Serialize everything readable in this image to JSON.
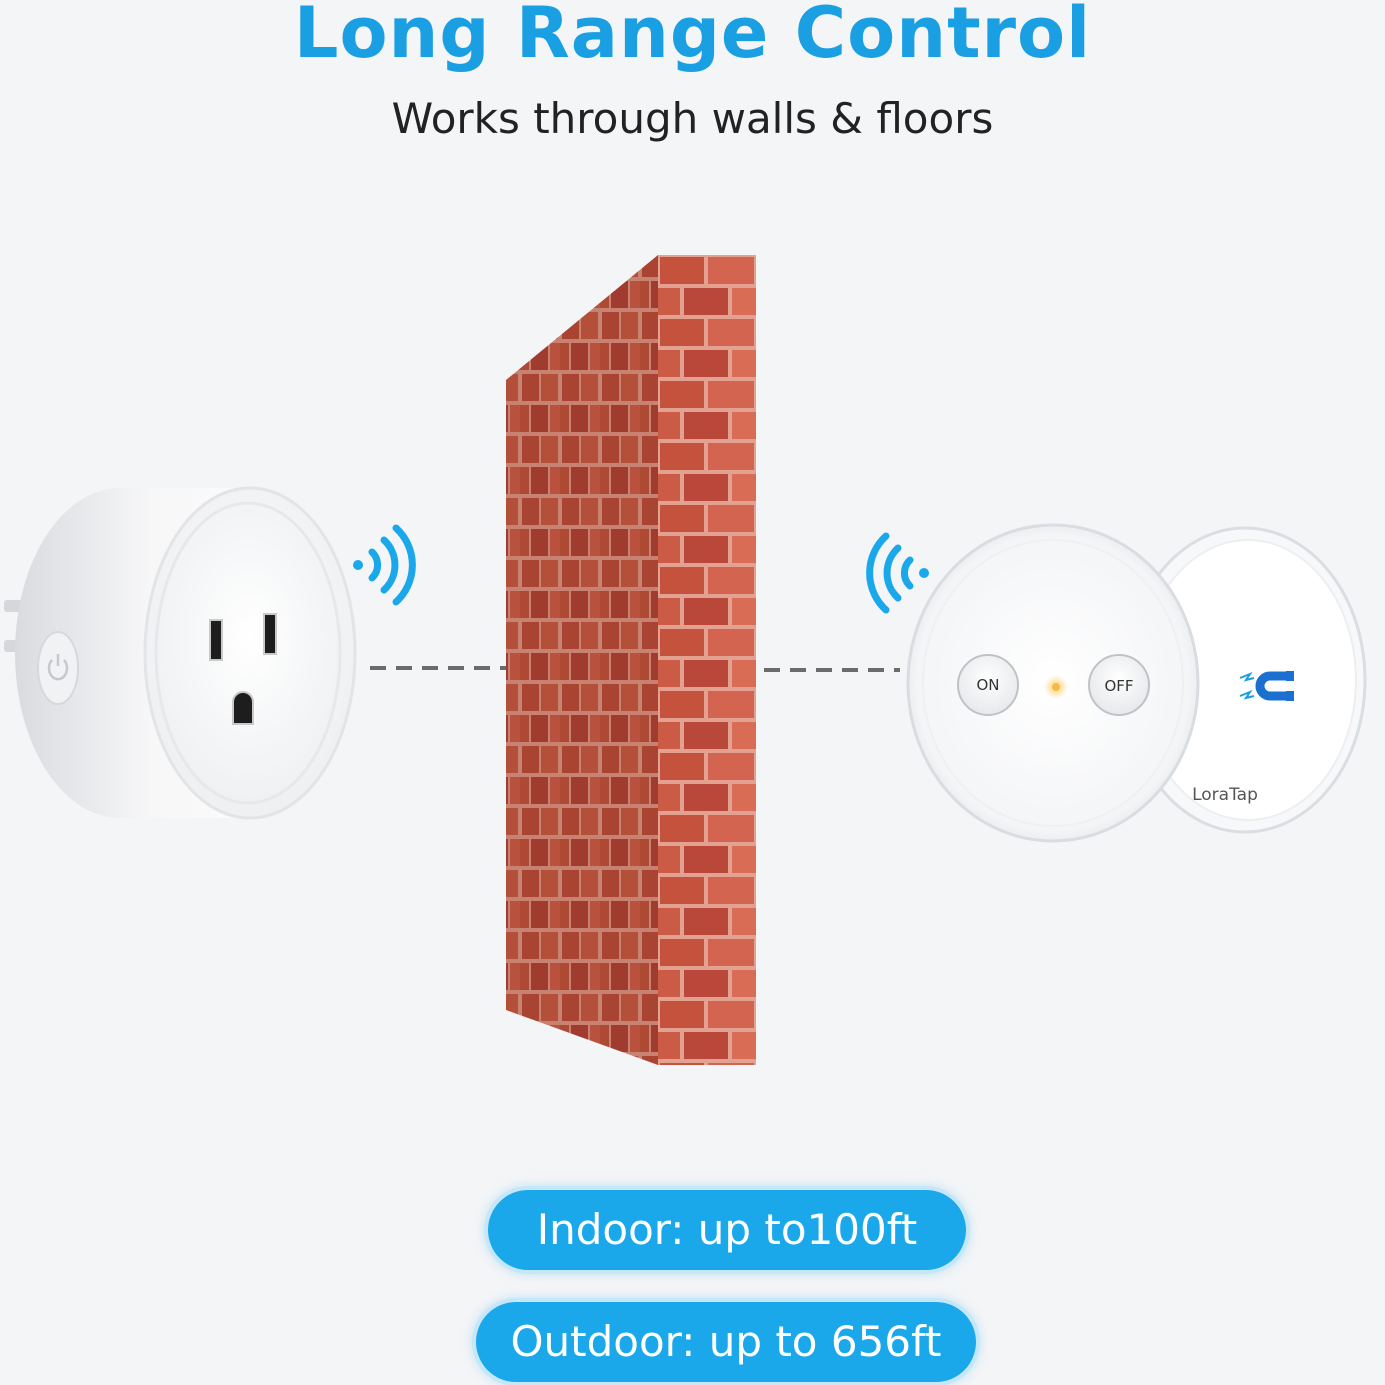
{
  "header": {
    "title": "Long Range Control",
    "subtitle": "Works through walls & floors"
  },
  "remote": {
    "on_label": "ON",
    "off_label": "OFF",
    "brand": "LoraTap"
  },
  "ranges": {
    "indoor": "Indoor: up to100ft",
    "outdoor": "Outdoor: up to 656ft"
  },
  "colors": {
    "accent": "#1a9fe3",
    "pill": "#1aa8ea",
    "brick": "#c4523c",
    "mortar": "#e8a48f",
    "background": "#f4f5f7"
  },
  "icons": [
    "signal-waves-icon",
    "magnet-icon",
    "power-icon"
  ]
}
